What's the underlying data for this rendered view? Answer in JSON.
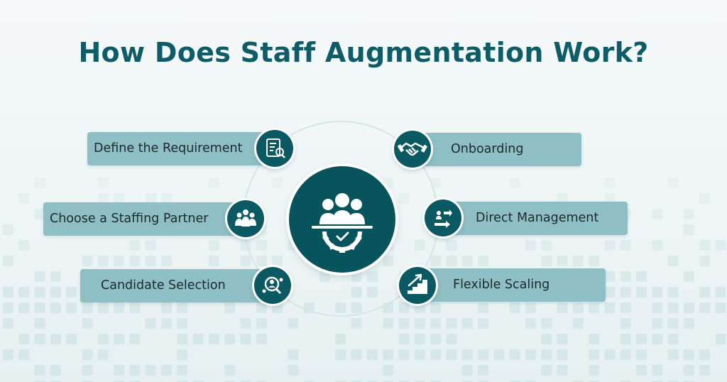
{
  "title": "How Does Staff Augmentation Work?",
  "colors": {
    "primary": "#07545c",
    "pill": "#8ebfc4",
    "title": "#0e5c67"
  },
  "center": {
    "icon": "team-gear-check-icon"
  },
  "steps_left": [
    {
      "label": "Define the Requirement",
      "icon": "requirement-checklist-icon"
    },
    {
      "label": "Choose a Staffing Partner",
      "icon": "staffing-team-icon"
    },
    {
      "label": "Candidate Selection",
      "icon": "candidate-search-icon"
    }
  ],
  "steps_right": [
    {
      "label": "Onboarding",
      "icon": "handshake-icon"
    },
    {
      "label": "Direct Management",
      "icon": "management-flow-icon"
    },
    {
      "label": "Flexible Scaling",
      "icon": "scaling-stairs-icon"
    }
  ]
}
